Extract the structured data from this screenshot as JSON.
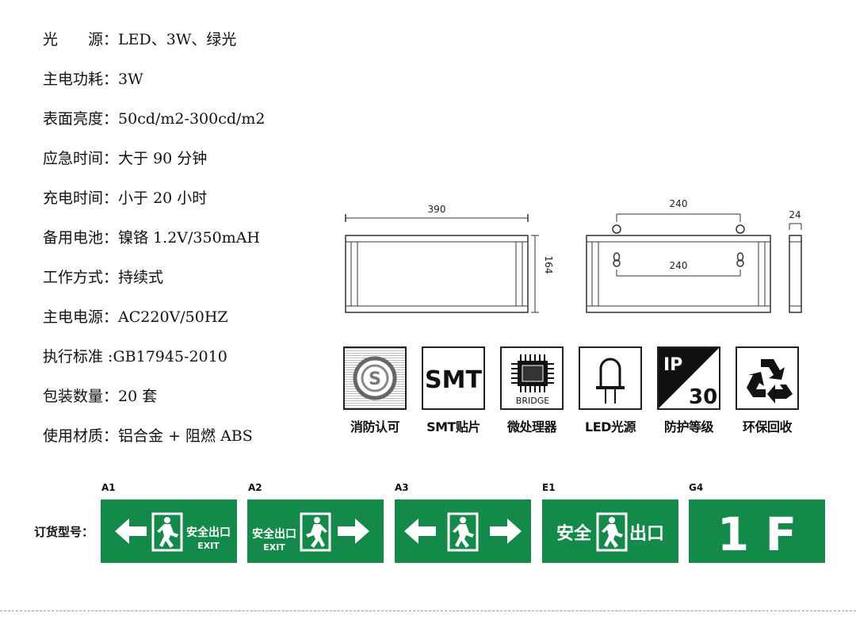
{
  "specs": [
    {
      "key": "光　　源",
      "value": "LED、3W、绿光"
    },
    {
      "key": "主电功耗",
      "value": "3W"
    },
    {
      "key": "表面亮度",
      "value": "50cd/m2-300cd/m2"
    },
    {
      "key": "应急时间",
      "value": "大于 90 分钟"
    },
    {
      "key": "充电时间",
      "value": "小于 20 小时"
    },
    {
      "key": "备用电池",
      "value": "镍铬 1.2V/350mAH"
    },
    {
      "key": "工作方式",
      "value": "持续式"
    },
    {
      "key": "主电电源",
      "value": "AC220V/50HZ"
    },
    {
      "key": "执行标准",
      "value": "GB17945-2010"
    },
    {
      "key": "包装数量",
      "value": "20 套"
    },
    {
      "key": "使用材质",
      "value": "铝合金 + 阻燃 ABS"
    }
  ],
  "spec_separator": "：",
  "spec_separator_std": " :",
  "dimensions": {
    "front_width": "390",
    "height": "164",
    "back_width": "240",
    "mount_spacing": "240",
    "depth": "24"
  },
  "features": [
    {
      "label": "消防认可",
      "icon": "fire-certification-icon"
    },
    {
      "label": "SMT贴片",
      "icon": "smt-icon",
      "text": "SMT"
    },
    {
      "label": "微处理器",
      "icon": "microprocessor-chip-icon",
      "text": "BRIDGE"
    },
    {
      "label": "LED光源",
      "icon": "led-bulb-icon"
    },
    {
      "label": "防护等级",
      "icon": "ip-rating-icon",
      "text_top": "IP",
      "text_bottom": "30"
    },
    {
      "label": "环保回收",
      "icon": "recycle-icon"
    }
  ],
  "order": {
    "label": "订货型号：",
    "models": [
      {
        "code": "A1",
        "sign_cn": "安全出口",
        "sign_en": "EXIT"
      },
      {
        "code": "A2",
        "sign_cn": "安全出口",
        "sign_en": "EXIT"
      },
      {
        "code": "A3"
      },
      {
        "code": "E1",
        "sign_cn_left": "安全",
        "sign_cn_right": "出口"
      },
      {
        "code": "G4",
        "sign_text": "1 F"
      }
    ]
  },
  "colors": {
    "sign_green": "#13894a",
    "sign_white": "#ffffff"
  }
}
